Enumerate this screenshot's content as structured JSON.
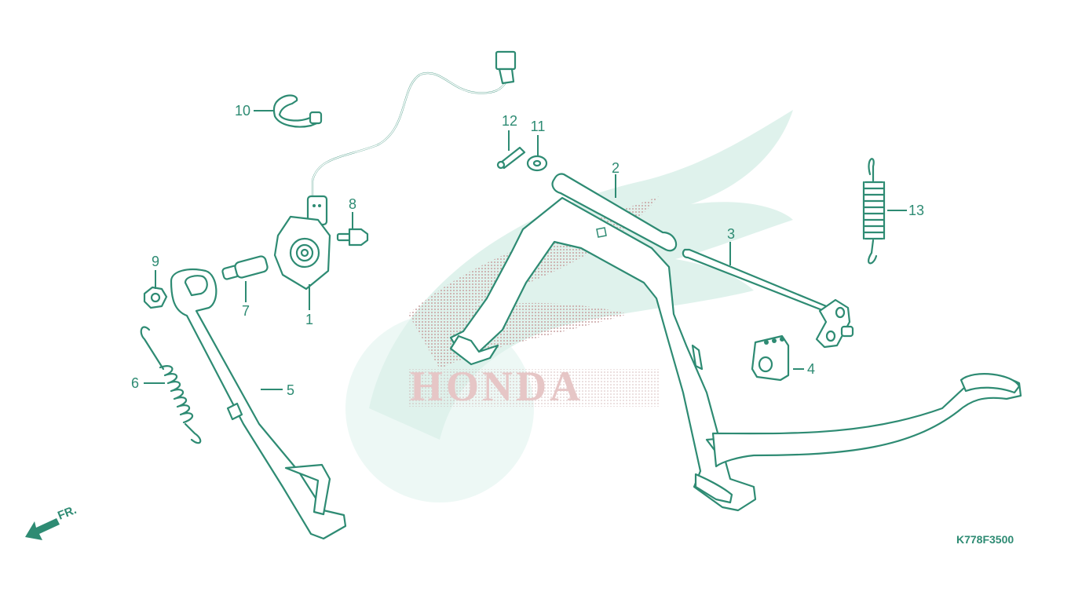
{
  "diagram": {
    "code": "K778F3500",
    "front_marker": "FR.",
    "watermark_text": "HONDA",
    "callouts": [
      {
        "id": "1",
        "label": "1"
      },
      {
        "id": "2",
        "label": "2"
      },
      {
        "id": "3",
        "label": "3"
      },
      {
        "id": "4",
        "label": "4"
      },
      {
        "id": "5",
        "label": "5"
      },
      {
        "id": "6",
        "label": "6"
      },
      {
        "id": "7",
        "label": "7"
      },
      {
        "id": "8",
        "label": "8"
      },
      {
        "id": "9",
        "label": "9"
      },
      {
        "id": "10",
        "label": "10"
      },
      {
        "id": "11",
        "label": "11"
      },
      {
        "id": "12",
        "label": "12"
      },
      {
        "id": "13",
        "label": "13"
      }
    ],
    "colors": {
      "line": "#2e8b73",
      "watermark": "#dff2ec",
      "watermark_text": "#e6c6c6"
    }
  }
}
